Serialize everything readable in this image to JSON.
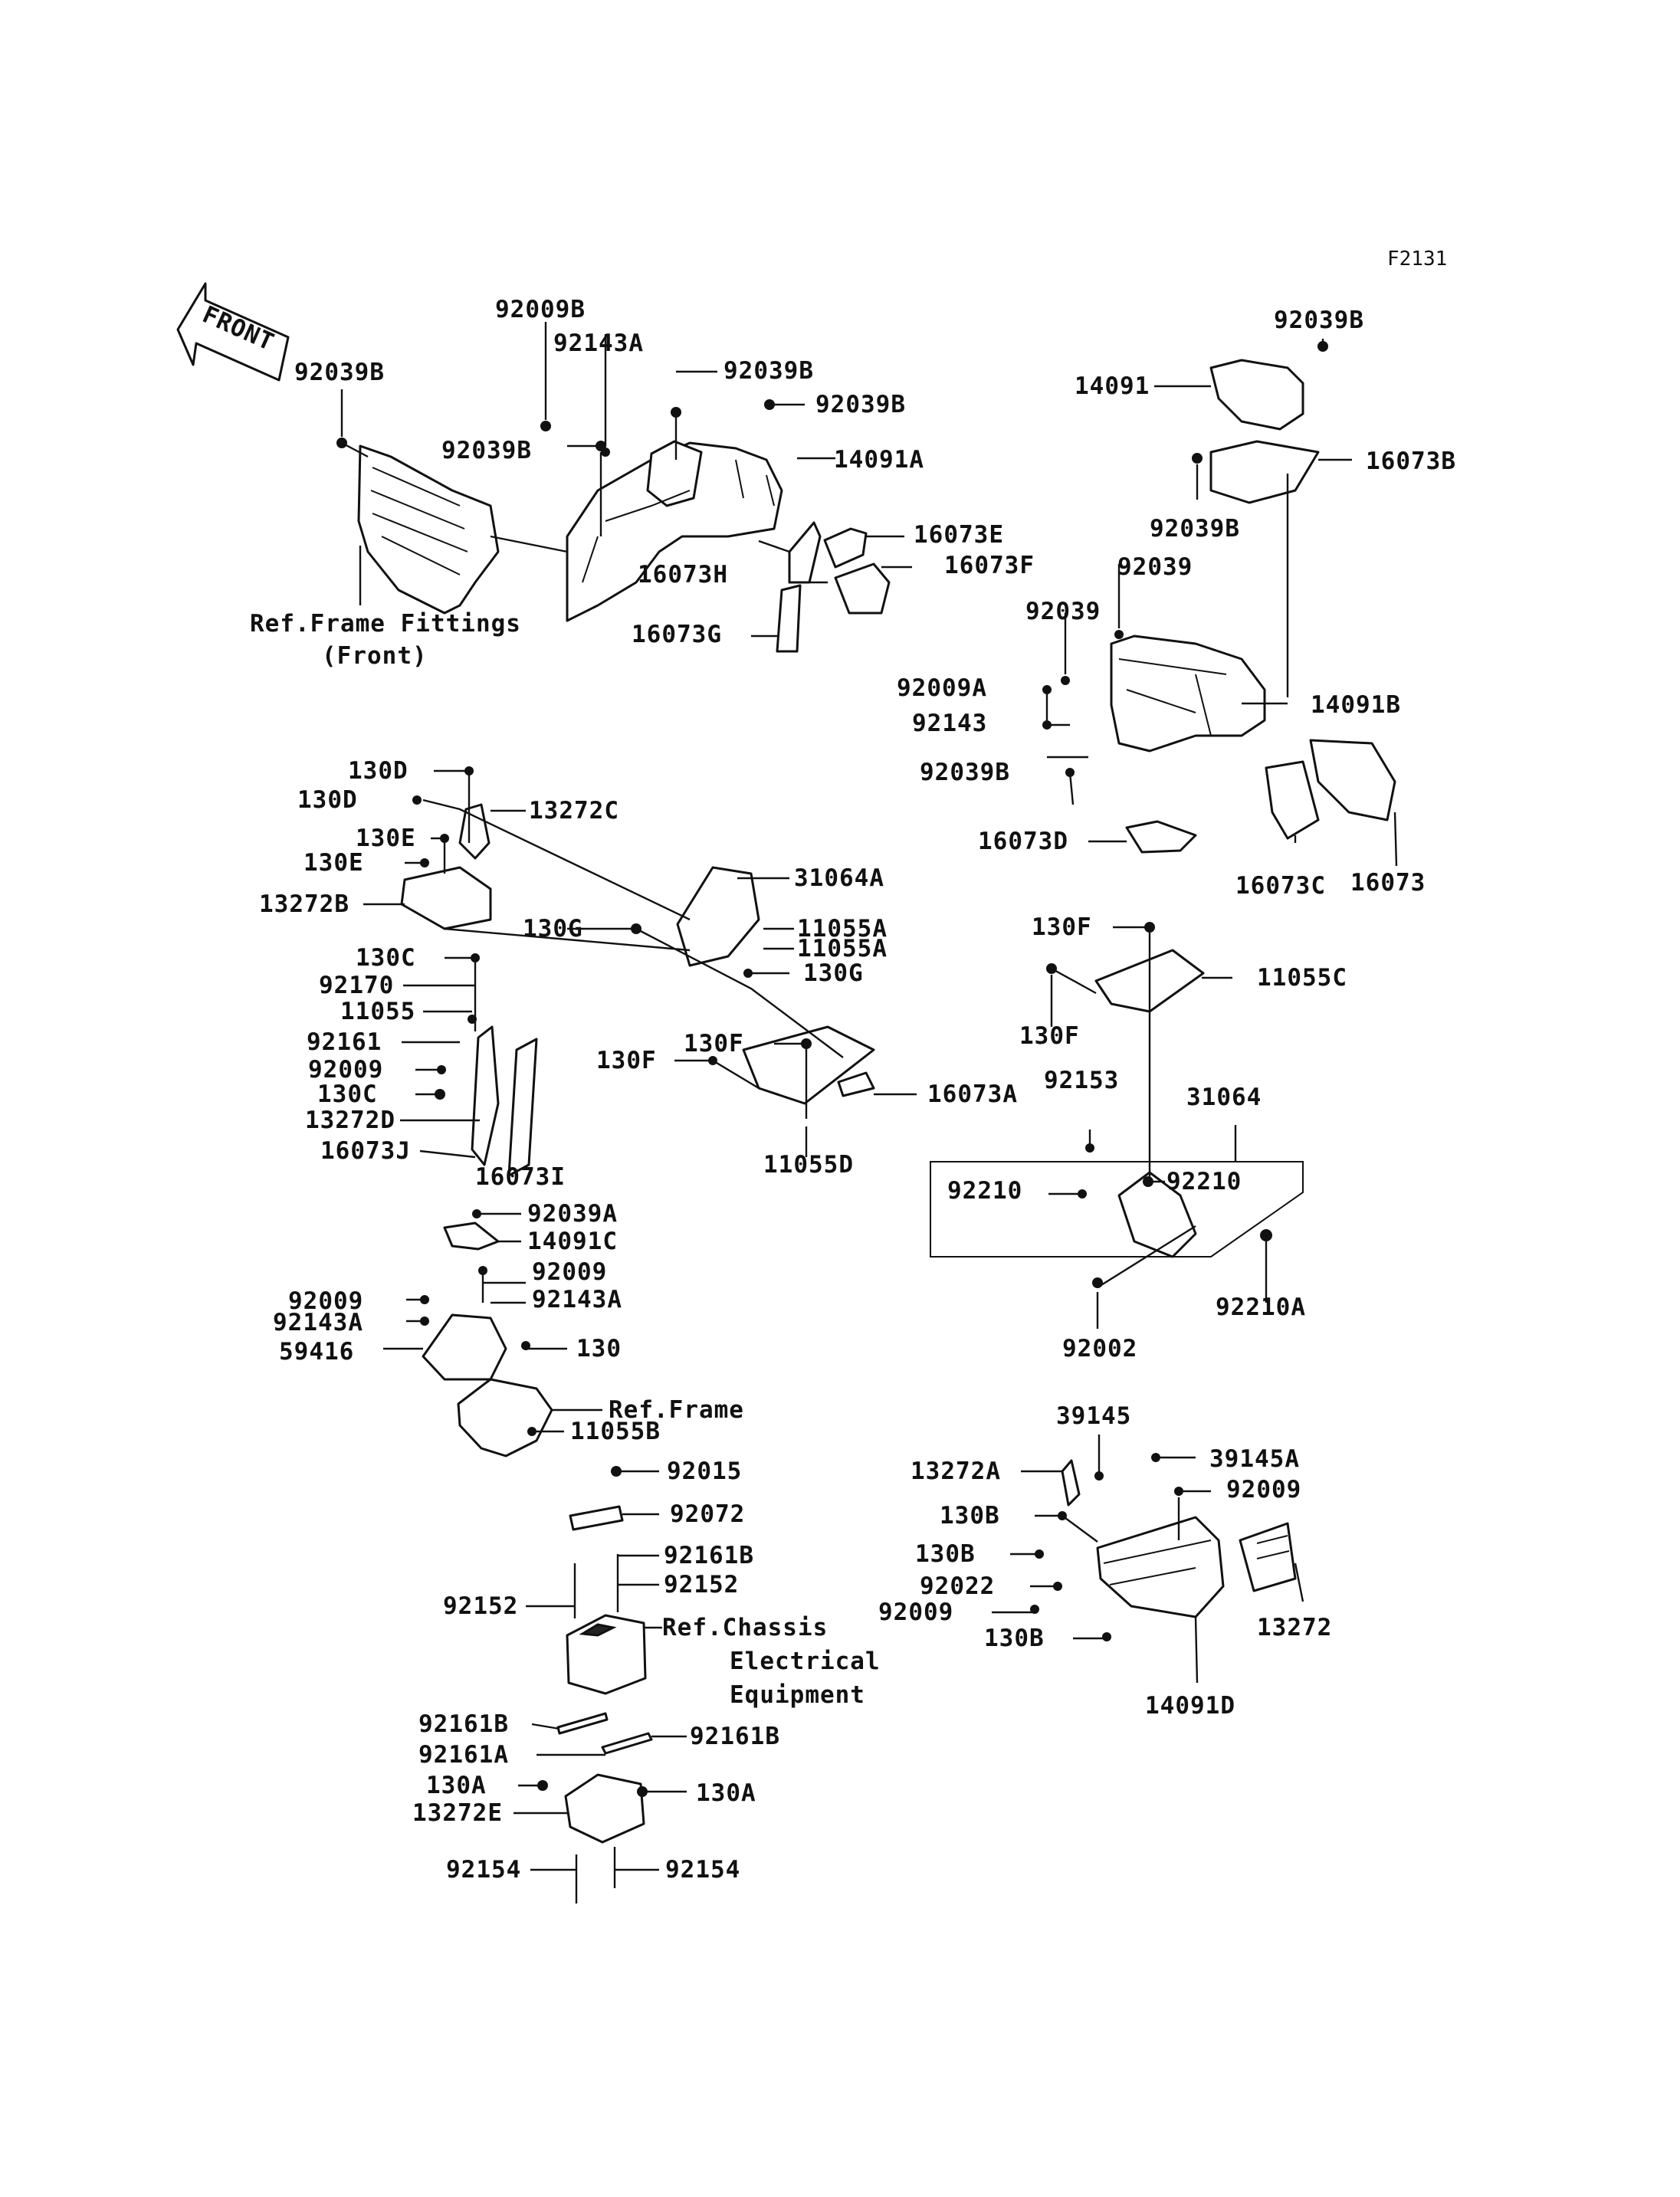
{
  "figure_code": "F2131",
  "front_label": "FRONT",
  "refs": {
    "frame_fittings_1": "Ref.Frame Fittings",
    "frame_fittings_2": "(Front)",
    "frame": "Ref.Frame",
    "chassis_1": "Ref.Chassis",
    "chassis_2": "Electrical",
    "chassis_3": "Equipment"
  },
  "callouts": [
    {
      "id": "c1",
      "text": "92039B"
    },
    {
      "id": "c2",
      "text": "92009B"
    },
    {
      "id": "c3",
      "text": "92143A"
    },
    {
      "id": "c4",
      "text": "92039B"
    },
    {
      "id": "c5",
      "text": "92039B"
    },
    {
      "id": "c6",
      "text": "92039B"
    },
    {
      "id": "c7",
      "text": "14091A"
    },
    {
      "id": "c8",
      "text": "16073E"
    },
    {
      "id": "c9",
      "text": "16073H"
    },
    {
      "id": "c10",
      "text": "16073F"
    },
    {
      "id": "c11",
      "text": "16073G"
    },
    {
      "id": "c12",
      "text": "92039B"
    },
    {
      "id": "c13",
      "text": "14091"
    },
    {
      "id": "c14",
      "text": "16073B"
    },
    {
      "id": "c15",
      "text": "92039B"
    },
    {
      "id": "c16",
      "text": "92039"
    },
    {
      "id": "c17",
      "text": "92039"
    },
    {
      "id": "c18",
      "text": "92009A"
    },
    {
      "id": "c19",
      "text": "92143"
    },
    {
      "id": "c20",
      "text": "14091B"
    },
    {
      "id": "c21",
      "text": "92039B"
    },
    {
      "id": "c22",
      "text": "16073D"
    },
    {
      "id": "c23",
      "text": "16073C"
    },
    {
      "id": "c24",
      "text": "16073"
    },
    {
      "id": "c25",
      "text": "130D"
    },
    {
      "id": "c26",
      "text": "130D"
    },
    {
      "id": "c27",
      "text": "13272C"
    },
    {
      "id": "c28",
      "text": "130E"
    },
    {
      "id": "c29",
      "text": "130E"
    },
    {
      "id": "c30",
      "text": "13272B"
    },
    {
      "id": "c31",
      "text": "31064A"
    },
    {
      "id": "c32",
      "text": "130G"
    },
    {
      "id": "c33",
      "text": "11055A"
    },
    {
      "id": "c34",
      "text": "11055A"
    },
    {
      "id": "c35",
      "text": "130G"
    },
    {
      "id": "c36",
      "text": "130C"
    },
    {
      "id": "c37",
      "text": "92170"
    },
    {
      "id": "c38",
      "text": "11055"
    },
    {
      "id": "c39",
      "text": "92161"
    },
    {
      "id": "c40",
      "text": "92009"
    },
    {
      "id": "c41",
      "text": "130C"
    },
    {
      "id": "c42",
      "text": "13272D"
    },
    {
      "id": "c43",
      "text": "16073J"
    },
    {
      "id": "c44",
      "text": "16073I"
    },
    {
      "id": "c45",
      "text": "130F"
    },
    {
      "id": "c46",
      "text": "130F"
    },
    {
      "id": "c47",
      "text": "16073A"
    },
    {
      "id": "c48",
      "text": "11055D"
    },
    {
      "id": "c49",
      "text": "130F"
    },
    {
      "id": "c50",
      "text": "11055C"
    },
    {
      "id": "c51",
      "text": "130F"
    },
    {
      "id": "c52",
      "text": "92153"
    },
    {
      "id": "c53",
      "text": "31064"
    },
    {
      "id": "c54",
      "text": "92210"
    },
    {
      "id": "c55",
      "text": "92210"
    },
    {
      "id": "c56",
      "text": "92002"
    },
    {
      "id": "c57",
      "text": "92210A"
    },
    {
      "id": "c58",
      "text": "92039A"
    },
    {
      "id": "c59",
      "text": "14091C"
    },
    {
      "id": "c60",
      "text": "92009"
    },
    {
      "id": "c61",
      "text": "92009"
    },
    {
      "id": "c62",
      "text": "92143A"
    },
    {
      "id": "c63",
      "text": "92143A"
    },
    {
      "id": "c64",
      "text": "59416"
    },
    {
      "id": "c65",
      "text": "130"
    },
    {
      "id": "c66",
      "text": "11055B"
    },
    {
      "id": "c67",
      "text": "92015"
    },
    {
      "id": "c68",
      "text": "92072"
    },
    {
      "id": "c69",
      "text": "92161B"
    },
    {
      "id": "c70",
      "text": "92152"
    },
    {
      "id": "c71",
      "text": "92152"
    },
    {
      "id": "c72",
      "text": "92161B"
    },
    {
      "id": "c73",
      "text": "92161A"
    },
    {
      "id": "c74",
      "text": "92161B"
    },
    {
      "id": "c75",
      "text": "130A"
    },
    {
      "id": "c76",
      "text": "130A"
    },
    {
      "id": "c77",
      "text": "13272E"
    },
    {
      "id": "c78",
      "text": "92154"
    },
    {
      "id": "c79",
      "text": "92154"
    },
    {
      "id": "c80",
      "text": "39145"
    },
    {
      "id": "c81",
      "text": "13272A"
    },
    {
      "id": "c82",
      "text": "39145A"
    },
    {
      "id": "c83",
      "text": "92009"
    },
    {
      "id": "c84",
      "text": "130B"
    },
    {
      "id": "c85",
      "text": "130B"
    },
    {
      "id": "c86",
      "text": "92022"
    },
    {
      "id": "c87",
      "text": "92009"
    },
    {
      "id": "c88",
      "text": "130B"
    },
    {
      "id": "c89",
      "text": "13272"
    },
    {
      "id": "c90",
      "text": "14091D"
    }
  ]
}
